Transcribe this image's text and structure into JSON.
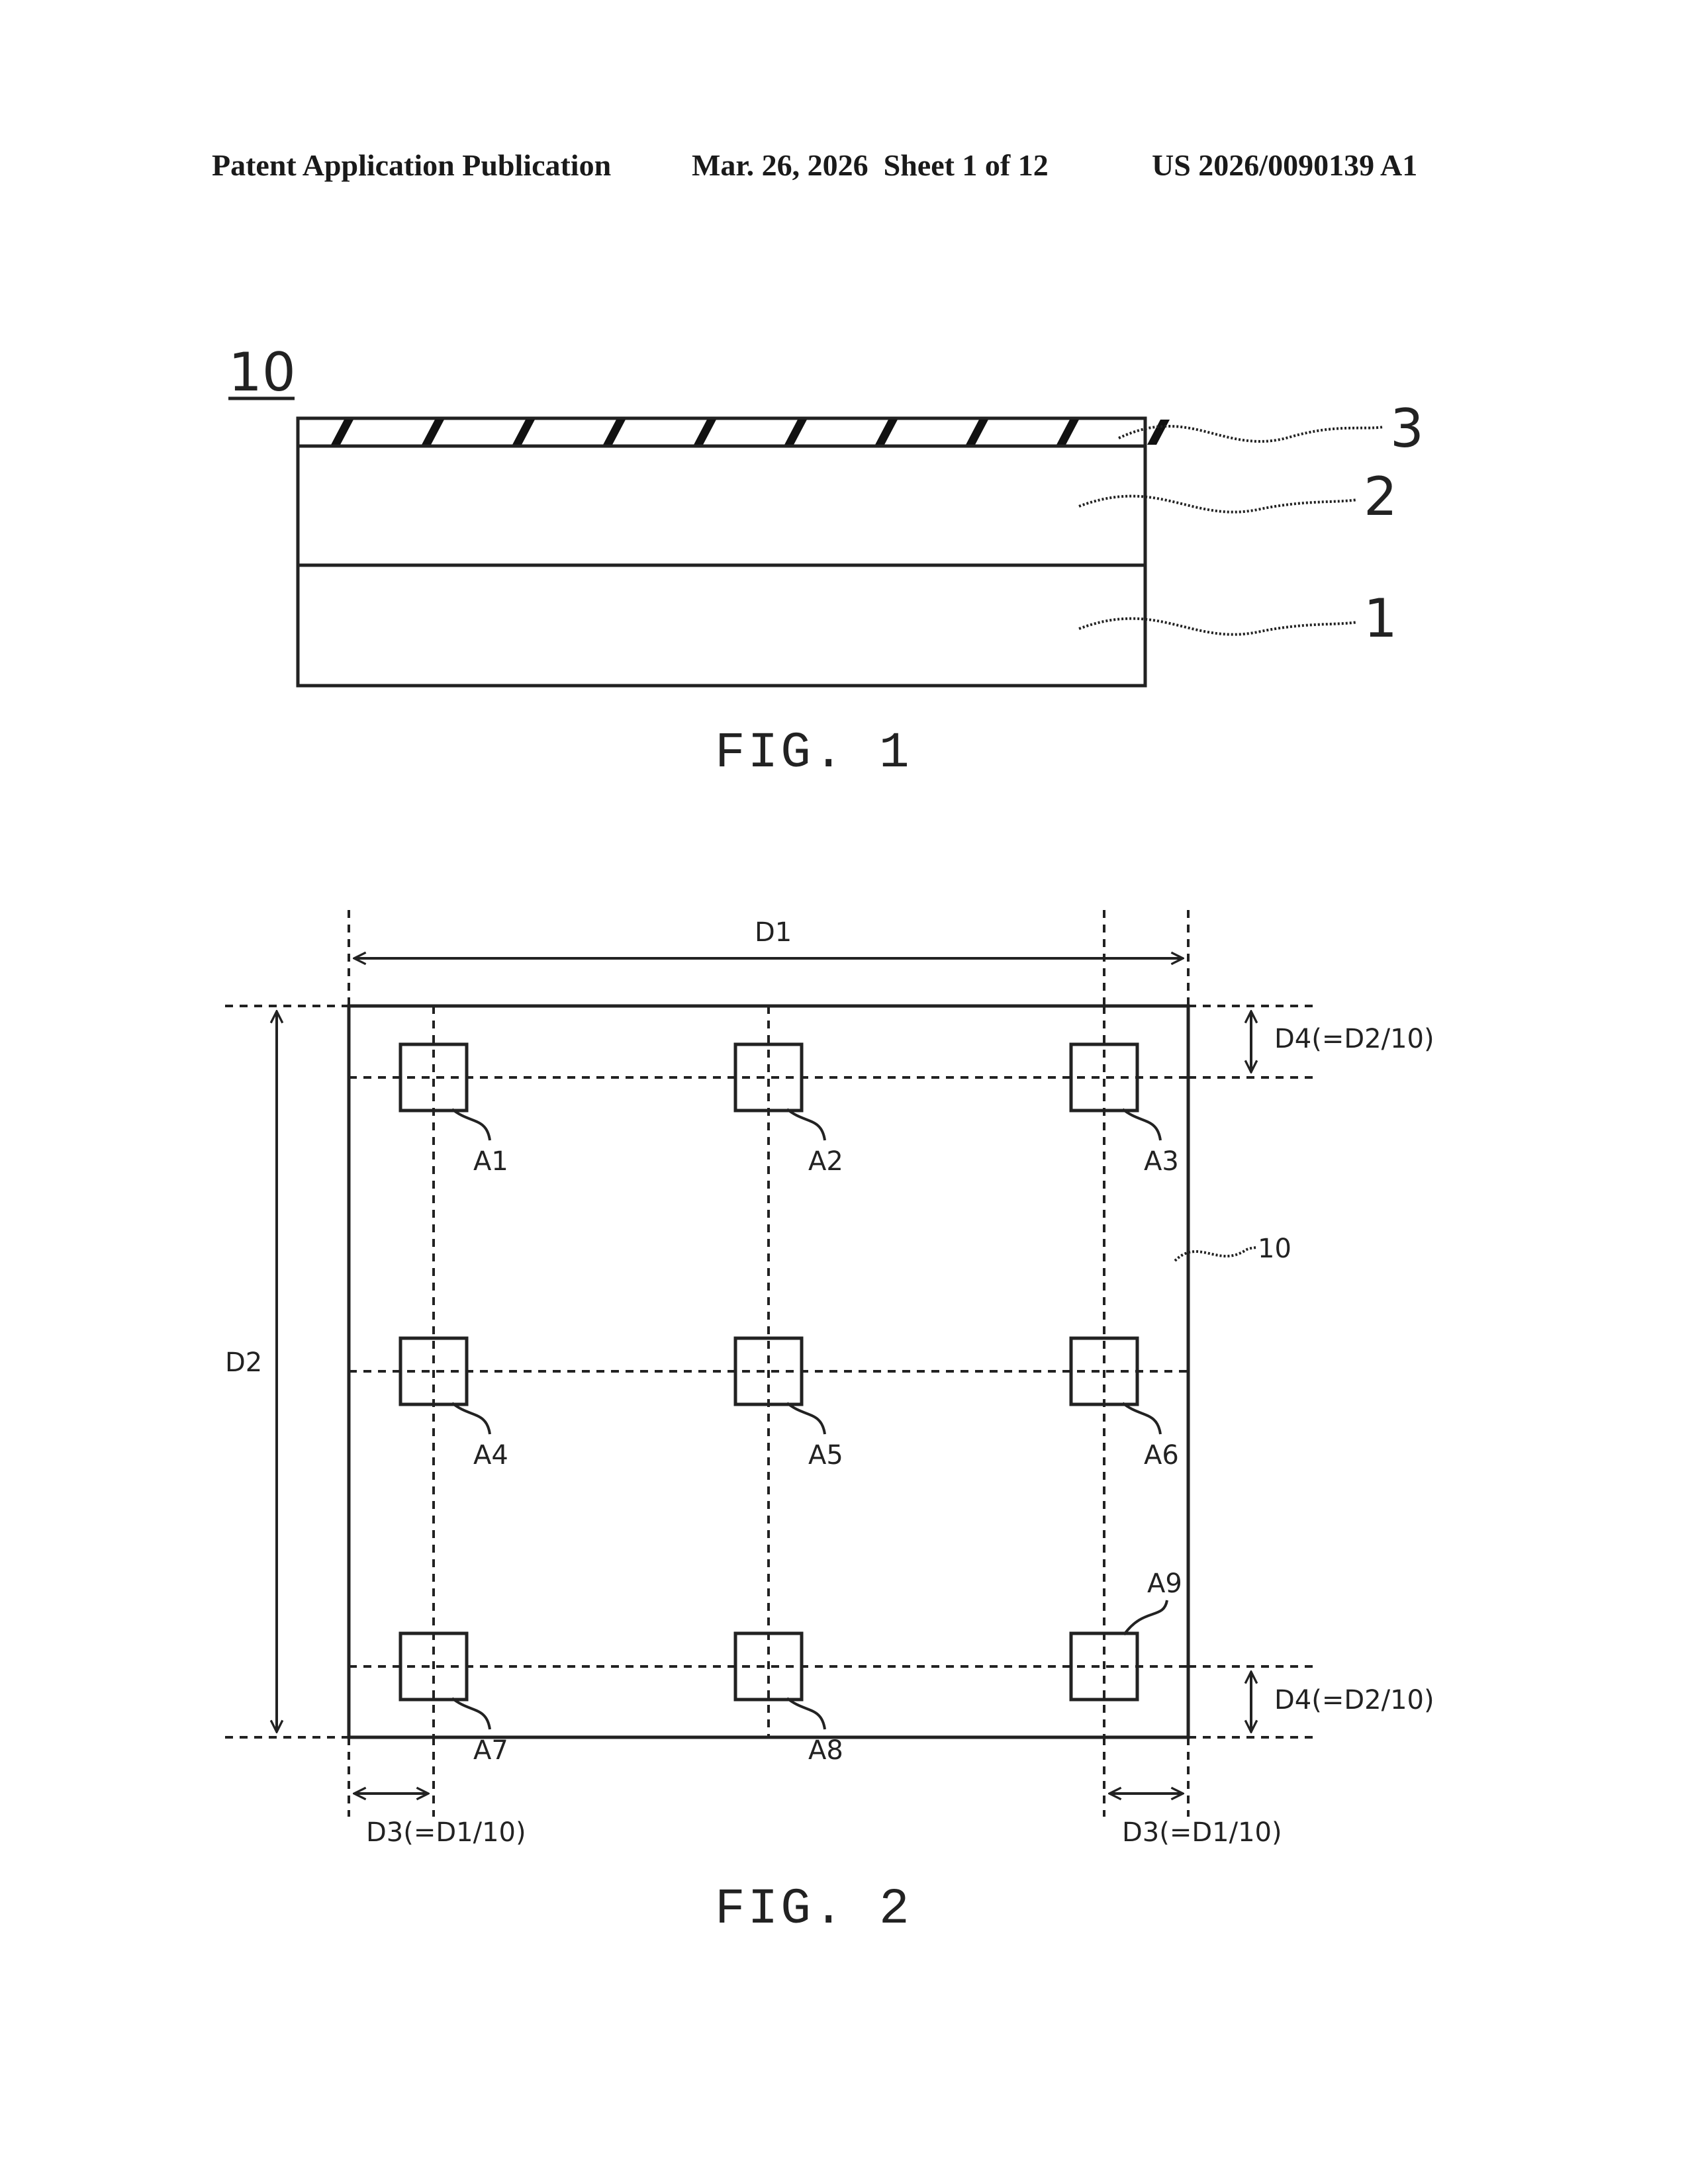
{
  "header": {
    "publication": "Patent Application Publication",
    "date_sheet": "Mar. 26, 2026  Sheet 1 of 12",
    "number": "US 2026/0090139 A1"
  },
  "fig1": {
    "ref_main": "10",
    "layers": [
      "3",
      "2",
      "1"
    ],
    "caption": "FIG. 1"
  },
  "fig2": {
    "d1": "D1",
    "d2": "D2",
    "d3": "D3(=D1/10)",
    "d4": "D4(=D2/10)",
    "ref": "10",
    "areas": [
      "A1",
      "A2",
      "A3",
      "A4",
      "A5",
      "A6",
      "A7",
      "A8",
      "A9"
    ],
    "caption": "FIG. 2"
  }
}
